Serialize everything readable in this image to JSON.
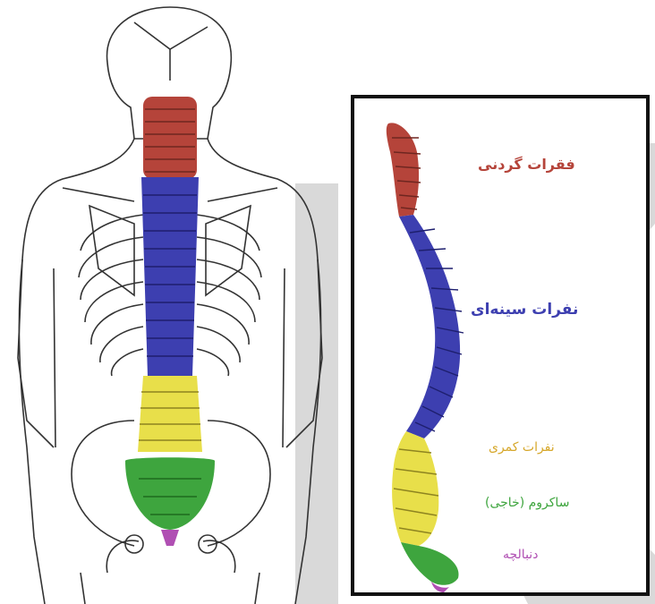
{
  "colors": {
    "cervical": "#b5443a",
    "thoracic": "#3d3fb0",
    "lumbar": "#e8df4a",
    "sacrum": "#3ea53e",
    "coccyx": "#b04fb3",
    "watermark": "#d9d9d9",
    "outline": "#333333"
  },
  "labels": {
    "cervical": "فقرات گردنی",
    "thoracic": "نفرات سینه‌ای",
    "lumbar": "نفرات کمری",
    "sacrum": "ساکروم (خاجی)",
    "coccyx": "دنبالچه"
  },
  "icons": {
    "watermark": "k-logo-watermark"
  }
}
